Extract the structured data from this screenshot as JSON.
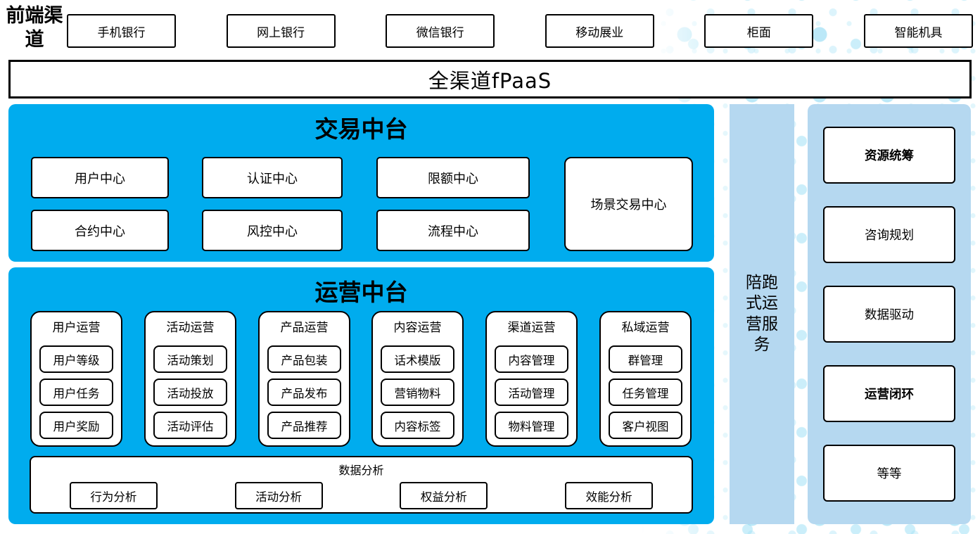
{
  "colors": {
    "primary_blue": "#00ACEE",
    "light_blue": "#B5D8F0",
    "ink": "#000000"
  },
  "front_channels": {
    "label": "前端渠道",
    "items": [
      "手机银行",
      "网上银行",
      "微信银行",
      "移动展业",
      "柜面",
      "智能机具"
    ]
  },
  "fpaas": {
    "label": "全渠道fPaaS"
  },
  "trade_platform": {
    "title": "交易中台",
    "centers": [
      "用户中心",
      "认证中心",
      "限额中心",
      "合约中心",
      "风控中心",
      "流程中心"
    ],
    "scene_center": "场景交易中心"
  },
  "operation_platform": {
    "title": "运营中台",
    "columns": [
      {
        "title": "用户运营",
        "items": [
          "用户等级",
          "用户任务",
          "用户奖励"
        ]
      },
      {
        "title": "活动运营",
        "items": [
          "活动策划",
          "活动投放",
          "活动评估"
        ]
      },
      {
        "title": "产品运营",
        "items": [
          "产品包装",
          "产品发布",
          "产品推荐"
        ]
      },
      {
        "title": "内容运营",
        "items": [
          "话术模版",
          "营销物料",
          "内容标签"
        ]
      },
      {
        "title": "渠道运营",
        "items": [
          "内容管理",
          "活动管理",
          "物料管理"
        ]
      },
      {
        "title": "私域运营",
        "items": [
          "群管理",
          "任务管理",
          "客户视图"
        ]
      }
    ],
    "data_analysis": {
      "title": "数据分析",
      "items": [
        "行为分析",
        "活动分析",
        "权益分析",
        "效能分析"
      ]
    }
  },
  "side_service": {
    "label": "陪跑式运营服务"
  },
  "right_panel": {
    "items": [
      {
        "label": "资源统筹",
        "bold": true
      },
      {
        "label": "咨询规划",
        "bold": false
      },
      {
        "label": "数据驱动",
        "bold": false
      },
      {
        "label": "运营闭环",
        "bold": true
      },
      {
        "label": "等等",
        "bold": false
      }
    ]
  }
}
